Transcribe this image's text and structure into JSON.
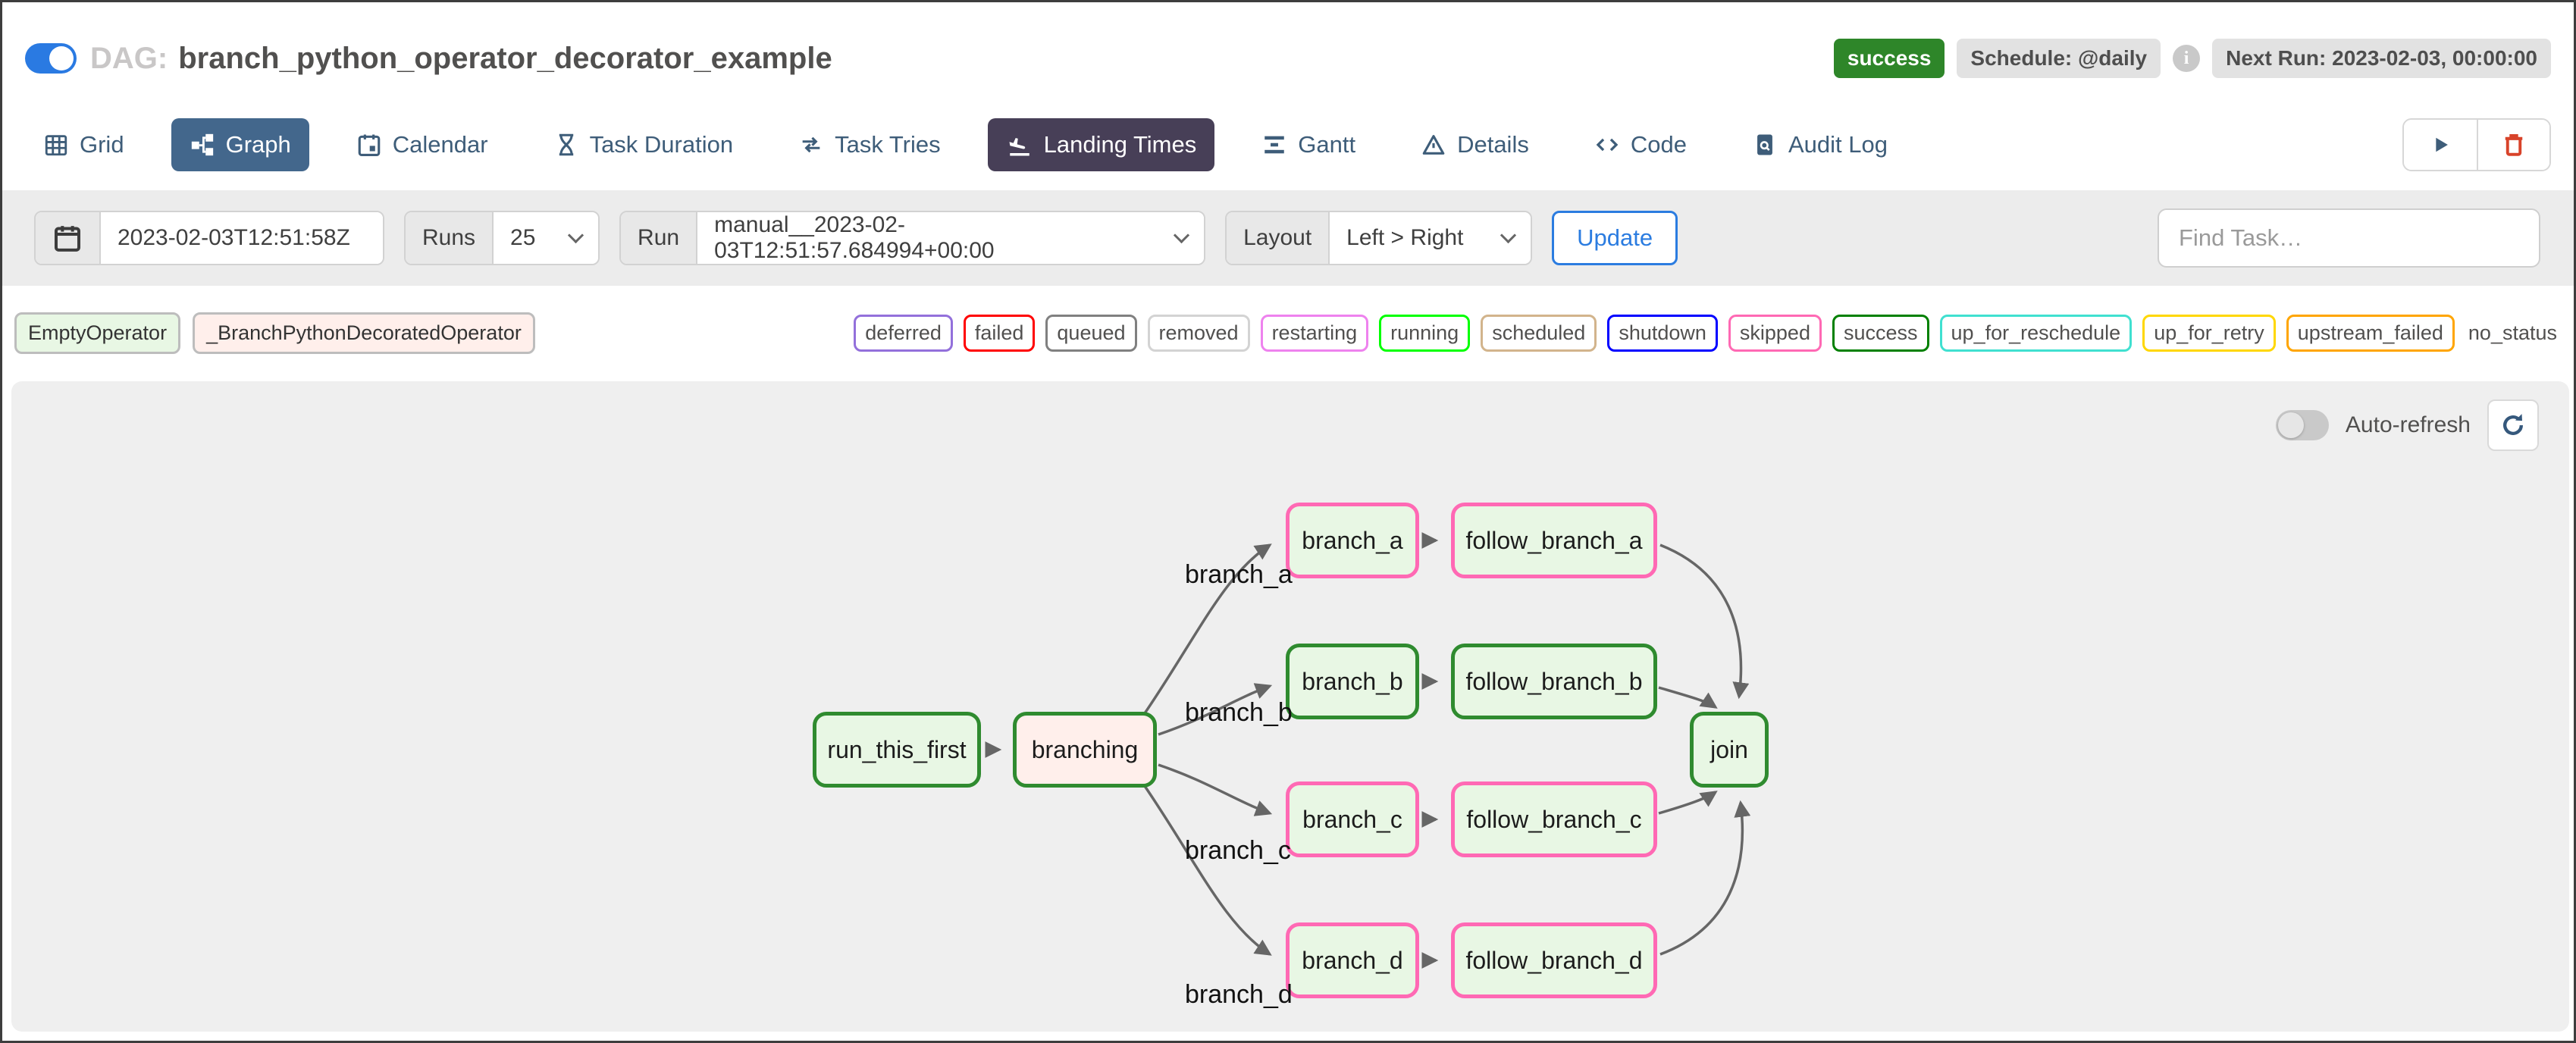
{
  "header": {
    "dag_toggle_on": true,
    "dag_label": "DAG:",
    "dag_title": "branch_python_operator_decorator_example",
    "status_badge": "success",
    "schedule_badge": "Schedule: @daily",
    "next_run_badge": "Next Run: 2023-02-03, 00:00:00",
    "colors": {
      "success_green": "#2e8629",
      "badge_gray": "#e2e2e2",
      "toggle_blue": "#2a7ae2"
    }
  },
  "tabs": [
    {
      "label": "Grid",
      "icon": "grid-icon",
      "active": false
    },
    {
      "label": "Graph",
      "icon": "graph-icon",
      "active": true
    },
    {
      "label": "Calendar",
      "icon": "calendar-icon",
      "active": false
    },
    {
      "label": "Task Duration",
      "icon": "hourglass-icon",
      "active": false
    },
    {
      "label": "Task Tries",
      "icon": "repeat-icon",
      "active": false
    },
    {
      "label": "Landing Times",
      "icon": "landing-plane-icon",
      "active": false,
      "highlighted": true
    },
    {
      "label": "Gantt",
      "icon": "gantt-icon",
      "active": false
    },
    {
      "label": "Details",
      "icon": "details-icon",
      "active": false
    },
    {
      "label": "Code",
      "icon": "code-icon",
      "active": false
    },
    {
      "label": "Audit Log",
      "icon": "audit-log-icon",
      "active": false
    }
  ],
  "tab_actions": {
    "trigger_icon": "play-icon",
    "delete_icon": "trash-icon"
  },
  "filters": {
    "date_value": "2023-02-03T12:51:58Z",
    "runs_label": "Runs",
    "runs_value": "25",
    "run_label": "Run",
    "run_value": "manual__2023-02-03T12:51:57.684994+00:00",
    "layout_label": "Layout",
    "layout_value": "Left > Right",
    "update_label": "Update",
    "find_task_placeholder": "Find Task…"
  },
  "legend": {
    "operators": [
      {
        "label": "EmptyOperator",
        "color": "#e8f7e4"
      },
      {
        "label": "_BranchPythonDecoratedOperator",
        "color": "#ffefeb"
      }
    ],
    "statuses": [
      {
        "label": "deferred",
        "color": "#9370db"
      },
      {
        "label": "failed",
        "color": "#ff0000"
      },
      {
        "label": "queued",
        "color": "#808080"
      },
      {
        "label": "removed",
        "color": "#d3d3d3"
      },
      {
        "label": "restarting",
        "color": "#ee82ee"
      },
      {
        "label": "running",
        "color": "#00ff00"
      },
      {
        "label": "scheduled",
        "color": "#d2b48c"
      },
      {
        "label": "shutdown",
        "color": "#0000ff"
      },
      {
        "label": "skipped",
        "color": "#ff69b4"
      },
      {
        "label": "success",
        "color": "#008000"
      },
      {
        "label": "up_for_reschedule",
        "color": "#40e0d0"
      },
      {
        "label": "up_for_retry",
        "color": "#ffd700"
      },
      {
        "label": "upstream_failed",
        "color": "#ffa500"
      }
    ],
    "no_status_label": "no_status"
  },
  "graph": {
    "auto_refresh_label": "Auto-refresh",
    "refresh_icon": "refresh-icon",
    "node_colors": {
      "success_border": "#2f8b2f",
      "skipped_border": "#ff69b4",
      "empty_fill": "#e8f7e4",
      "branch_fill": "#ffefeb"
    },
    "nodes": [
      {
        "label": "run_this_first",
        "state": "success",
        "operator": "EmptyOperator"
      },
      {
        "label": "branching",
        "state": "success",
        "operator": "_BranchPythonDecoratedOperator"
      },
      {
        "label": "branch_a",
        "state": "skipped",
        "operator": "EmptyOperator"
      },
      {
        "label": "follow_branch_a",
        "state": "skipped",
        "operator": "EmptyOperator"
      },
      {
        "label": "branch_b",
        "state": "success",
        "operator": "EmptyOperator"
      },
      {
        "label": "follow_branch_b",
        "state": "success",
        "operator": "EmptyOperator"
      },
      {
        "label": "branch_c",
        "state": "skipped",
        "operator": "EmptyOperator"
      },
      {
        "label": "follow_branch_c",
        "state": "skipped",
        "operator": "EmptyOperator"
      },
      {
        "label": "branch_d",
        "state": "skipped",
        "operator": "EmptyOperator"
      },
      {
        "label": "follow_branch_d",
        "state": "skipped",
        "operator": "EmptyOperator"
      },
      {
        "label": "join",
        "state": "success",
        "operator": "EmptyOperator"
      }
    ],
    "edges": [
      {
        "from": "run_this_first",
        "to": "branching"
      },
      {
        "from": "branching",
        "to": "branch_a",
        "label": "branch_a"
      },
      {
        "from": "branching",
        "to": "branch_b",
        "label": "branch_b"
      },
      {
        "from": "branching",
        "to": "branch_c",
        "label": "branch_c"
      },
      {
        "from": "branching",
        "to": "branch_d",
        "label": "branch_d"
      },
      {
        "from": "branch_a",
        "to": "follow_branch_a"
      },
      {
        "from": "branch_b",
        "to": "follow_branch_b"
      },
      {
        "from": "branch_c",
        "to": "follow_branch_c"
      },
      {
        "from": "branch_d",
        "to": "follow_branch_d"
      },
      {
        "from": "follow_branch_a",
        "to": "join"
      },
      {
        "from": "follow_branch_b",
        "to": "join"
      },
      {
        "from": "follow_branch_c",
        "to": "join"
      },
      {
        "from": "follow_branch_d",
        "to": "join"
      }
    ],
    "edge_labels": [
      "branch_a",
      "branch_b",
      "branch_c",
      "branch_d"
    ]
  }
}
